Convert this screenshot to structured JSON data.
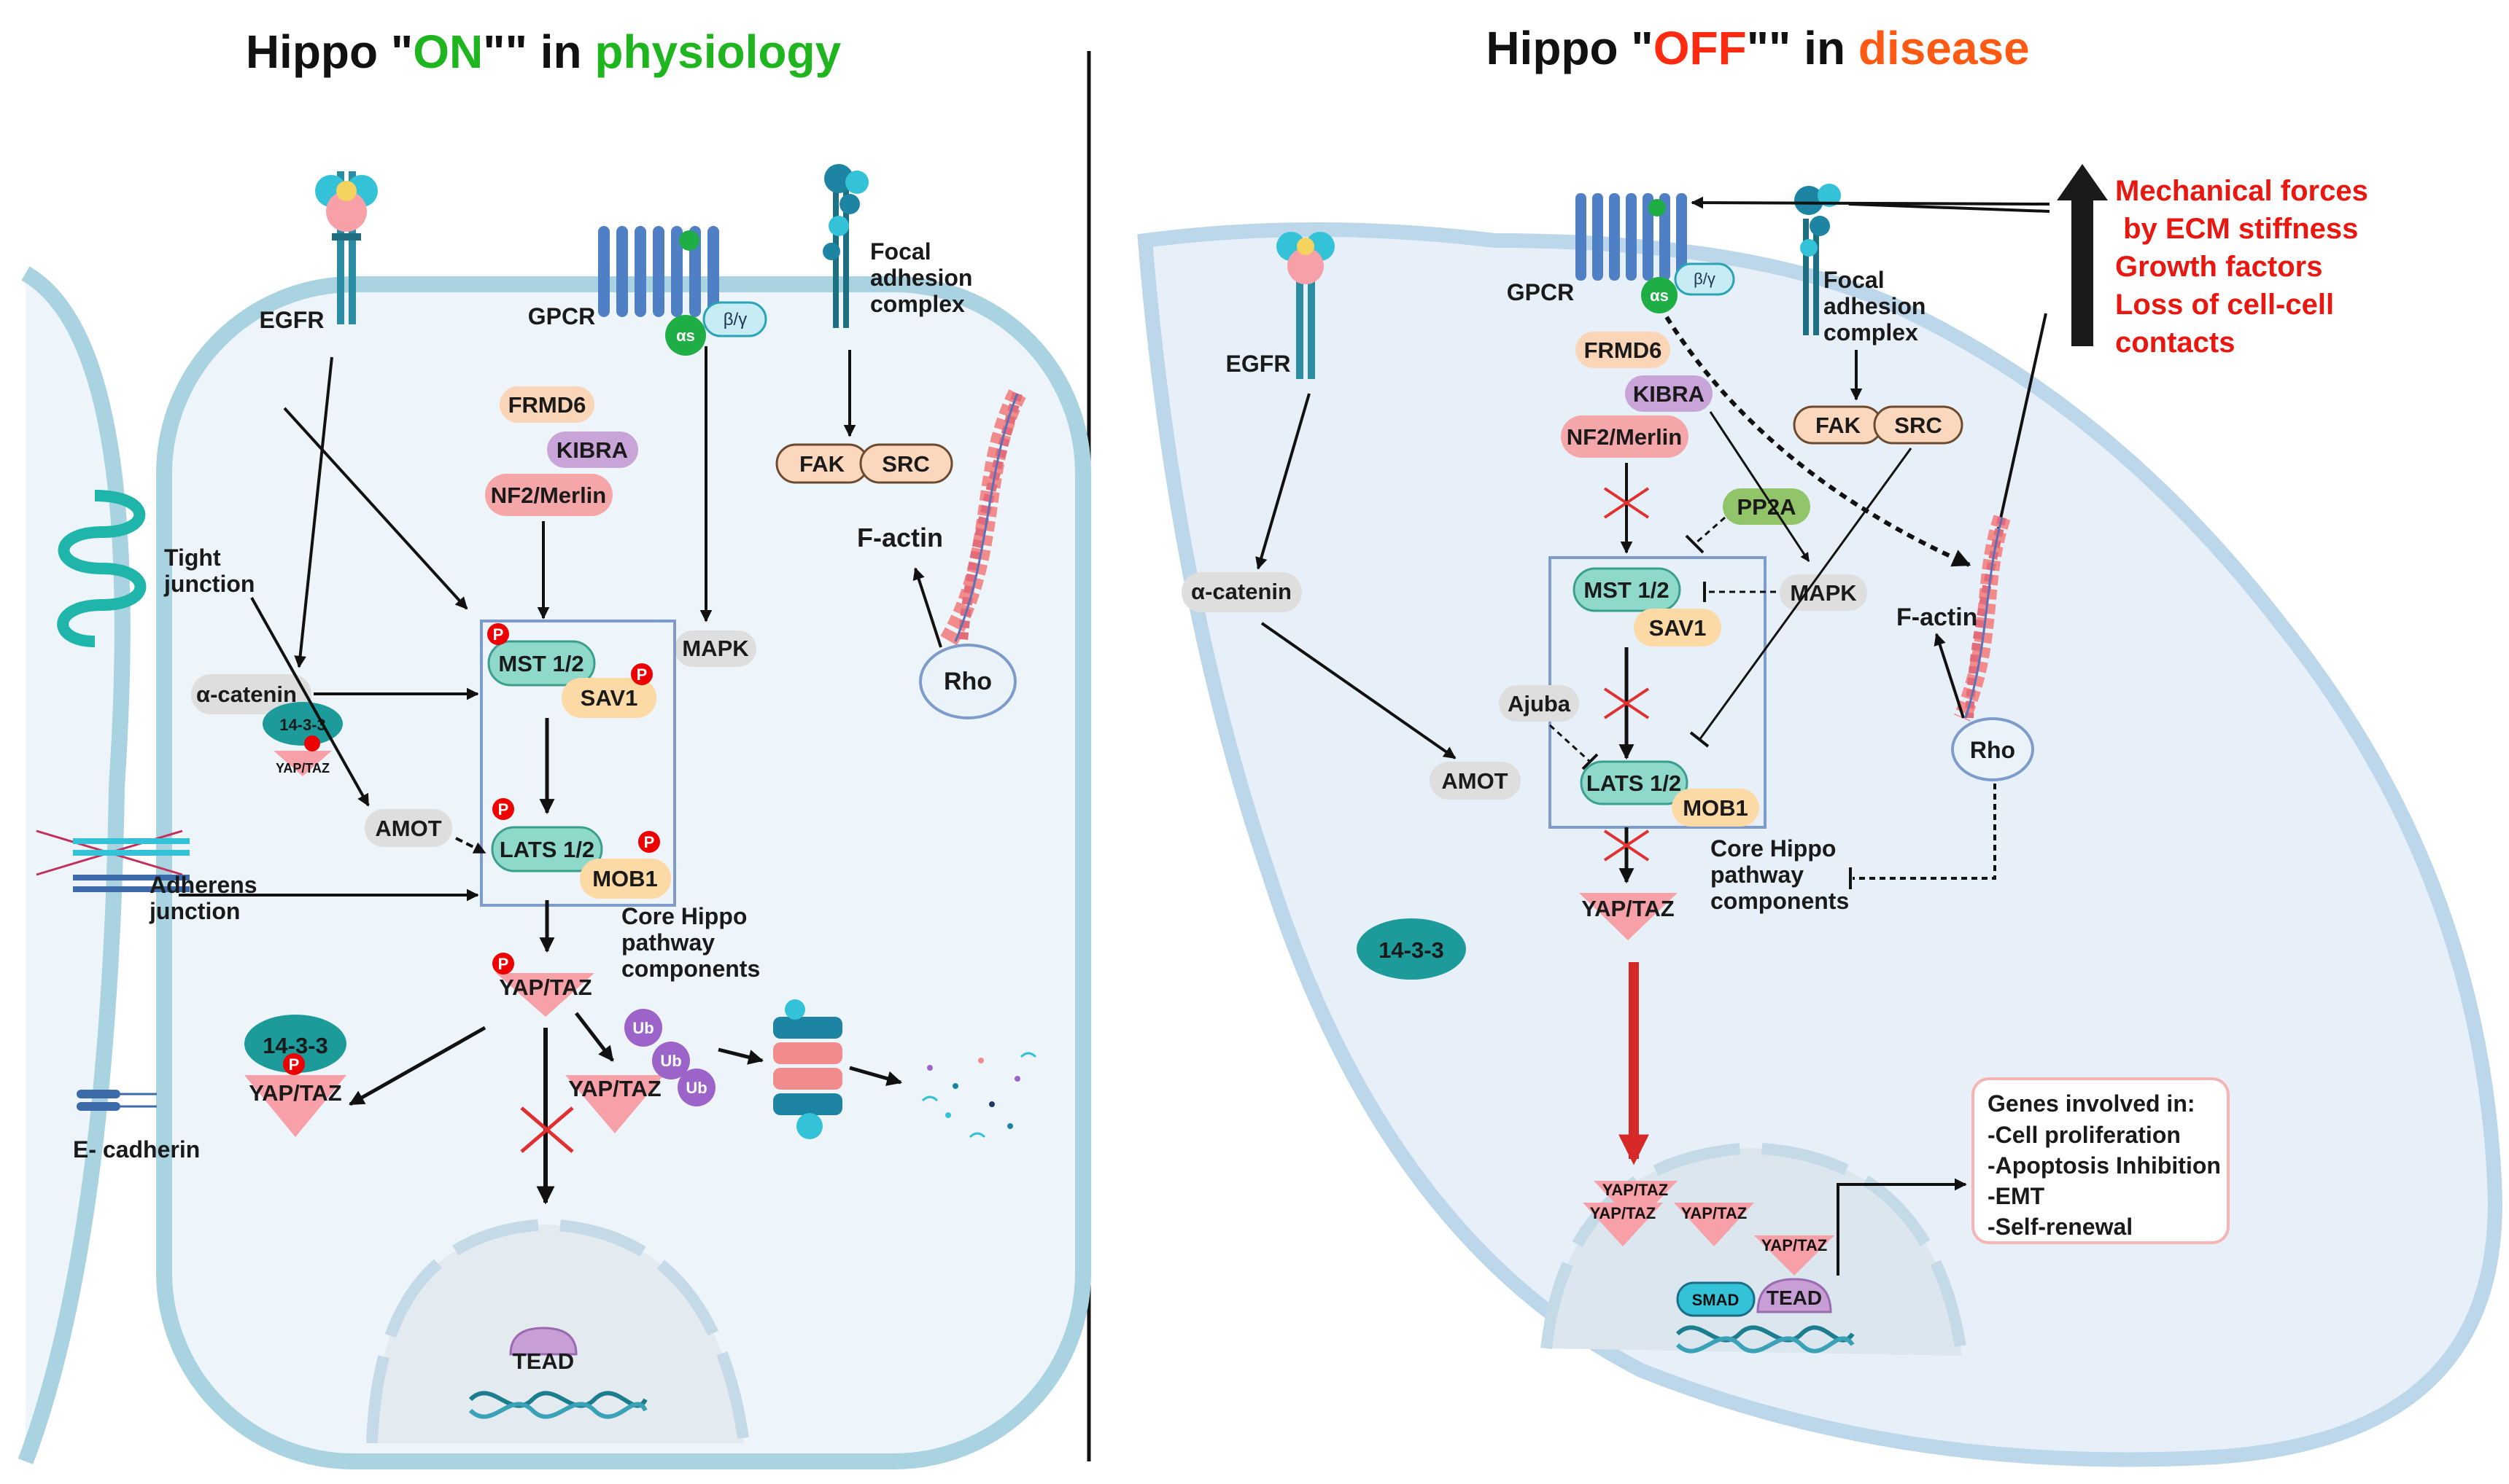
{
  "titles": {
    "left": {
      "prefix": "Hippo \"",
      "status": "ON",
      "mid": "\" in ",
      "context": "physiology",
      "status_color": "#1fb51f",
      "context_color": "#1fb51f"
    },
    "right": {
      "prefix": "Hippo \"",
      "status": "OFF",
      "mid": "\" in ",
      "context": "disease",
      "status_color": "#ff2a0f",
      "context_color": "#ff5a14"
    }
  },
  "left": {
    "receptors": {
      "egfr": "EGFR",
      "gpcr": "GPCR",
      "focal": [
        "Focal",
        "adhesion",
        "complex"
      ]
    },
    "proteins": {
      "frmd6": "FRMD6",
      "kibra": "KIBRA",
      "nf2": "NF2/Merlin",
      "mapk": "MAPK",
      "fak": "FAK",
      "src": "SRC",
      "factin": "F-actin",
      "rho": "Rho",
      "mst": "MST 1/2",
      "sav": "SAV1",
      "lats": "LATS 1/2",
      "mob": "MOB1",
      "amot": "AMOT",
      "acatenin": "α-catenin",
      "g_alpha": "αs",
      "g_beta": "β/γ"
    },
    "junctions": {
      "tight": [
        "Tight",
        "junction"
      ],
      "adherens": [
        "Adherens",
        "junction"
      ],
      "ecadherin": "E- cadherin"
    },
    "complex_1433": "14-3-3",
    "yaptaz": "YAP/TAZ",
    "ub": "Ub",
    "phospho": "P",
    "core_label": [
      "Core Hippo",
      "pathway",
      "components"
    ],
    "tead": "TEAD"
  },
  "right": {
    "receptors": {
      "egfr": "EGFR",
      "gpcr": "GPCR",
      "focal": [
        "Focal",
        "adhesion",
        "complex"
      ]
    },
    "proteins": {
      "frmd6": "FRMD6",
      "kibra": "KIBRA",
      "nf2": "NF2/Merlin",
      "pp2a": "PP2A",
      "mapk": "MAPK",
      "fak": "FAK",
      "src": "SRC",
      "factin": "F-actin",
      "rho": "Rho",
      "mst": "MST 1/2",
      "sav": "SAV1",
      "lats": "LATS 1/2",
      "mob": "MOB1",
      "ajuba": "Ajuba",
      "amot": "AMOT",
      "acatenin": "α-catenin",
      "g_alpha": "αs",
      "g_beta": "β/γ"
    },
    "complex_1433": "14-3-3",
    "yaptaz": "YAP/TAZ",
    "core_label": [
      "Core Hippo",
      "pathway",
      "components"
    ],
    "tead": "TEAD",
    "smad": "SMAD",
    "forces": [
      "Mechanical forces",
      " by ECM stiffness",
      "Growth factors",
      "Loss of cell-cell",
      "contacts"
    ],
    "genes": {
      "title": "Genes involved in:",
      "items": [
        "-Cell proliferation",
        "-Apoptosis Inhibition",
        "-EMT",
        "-Self-renewal"
      ]
    }
  },
  "colors": {
    "red_text": "#e8170f",
    "membrane": "#a9d3e0",
    "cell_fill": "#eef5fa",
    "box": "#7e9ccb"
  }
}
